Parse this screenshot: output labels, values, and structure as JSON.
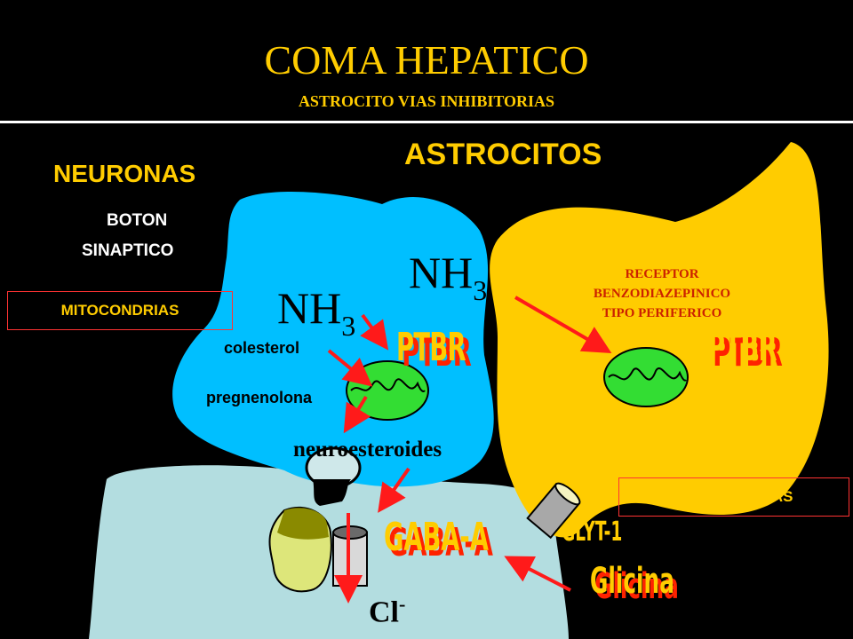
{
  "header": {
    "title": "COMA HEPATICO",
    "subtitle": "ASTROCITO VIAS  INHIBITORIAS"
  },
  "labels": {
    "astrocitos": "ASTROCITOS",
    "neuronas": "NEURONAS",
    "boton": "BOTON",
    "sinaptico": "SINAPTICO",
    "mitocondrias_left": "MITOCONDRIAS",
    "mitocondrias_right": "MITOCONDRIAS",
    "nh3_left_base": "NH",
    "nh3_left_sub": "3",
    "nh3_right_base": "NH",
    "nh3_right_sub": "3",
    "receptor_line1": "RECEPTOR",
    "receptor_line2": "BENZODIAZEPINICO",
    "receptor_line3": "TIPO PERIFERICO",
    "ptbr_left": "PTBR",
    "ptbr_right": "PTBR",
    "colesterol": "colesterol",
    "pregnenolona": "pregnenolona",
    "neuroesteroides": "neuroesteroides",
    "gaba_a": "GABA-A",
    "glyt1": "GLYT-1",
    "glicina": "Glicina",
    "cl_base": "Cl",
    "cl_sup": "-"
  },
  "colors": {
    "astrocyte_blue": "#00bfff",
    "astrocyte_yellow": "#ffcc00",
    "neuron_light": "#b3dde0",
    "mitochondria_green": "#33dd33",
    "arrow_red": "#ff1a1a",
    "text_yellow": "#ffcc00"
  }
}
